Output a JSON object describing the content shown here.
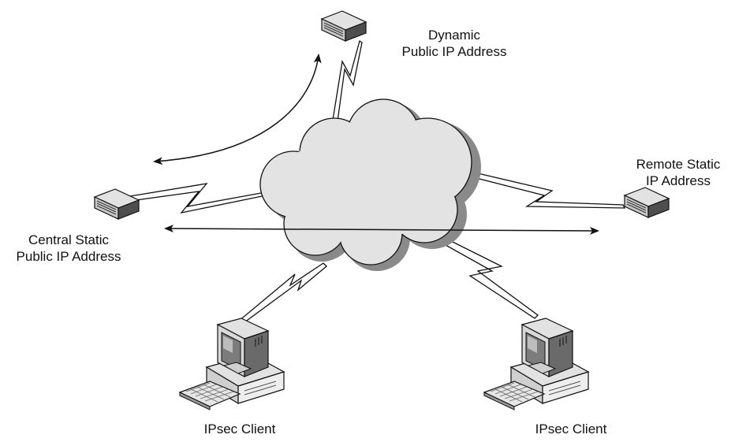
{
  "labels": {
    "dynamic": {
      "line1": "Dynamic",
      "line2": "Public IP Address"
    },
    "remote": {
      "line1": "Remote Static",
      "line2": "IP Address"
    },
    "central": {
      "line1": "Central Static",
      "line2": "Public IP Address"
    },
    "client_left": "IPsec Client",
    "client_right": "IPsec Client"
  },
  "colors": {
    "line": "#111111",
    "cloud_fill": "#e3e3e3",
    "cloud_shadow": "#8a8a8a",
    "device_light": "#d9d9d9",
    "device_dark": "#5a5a5a"
  }
}
